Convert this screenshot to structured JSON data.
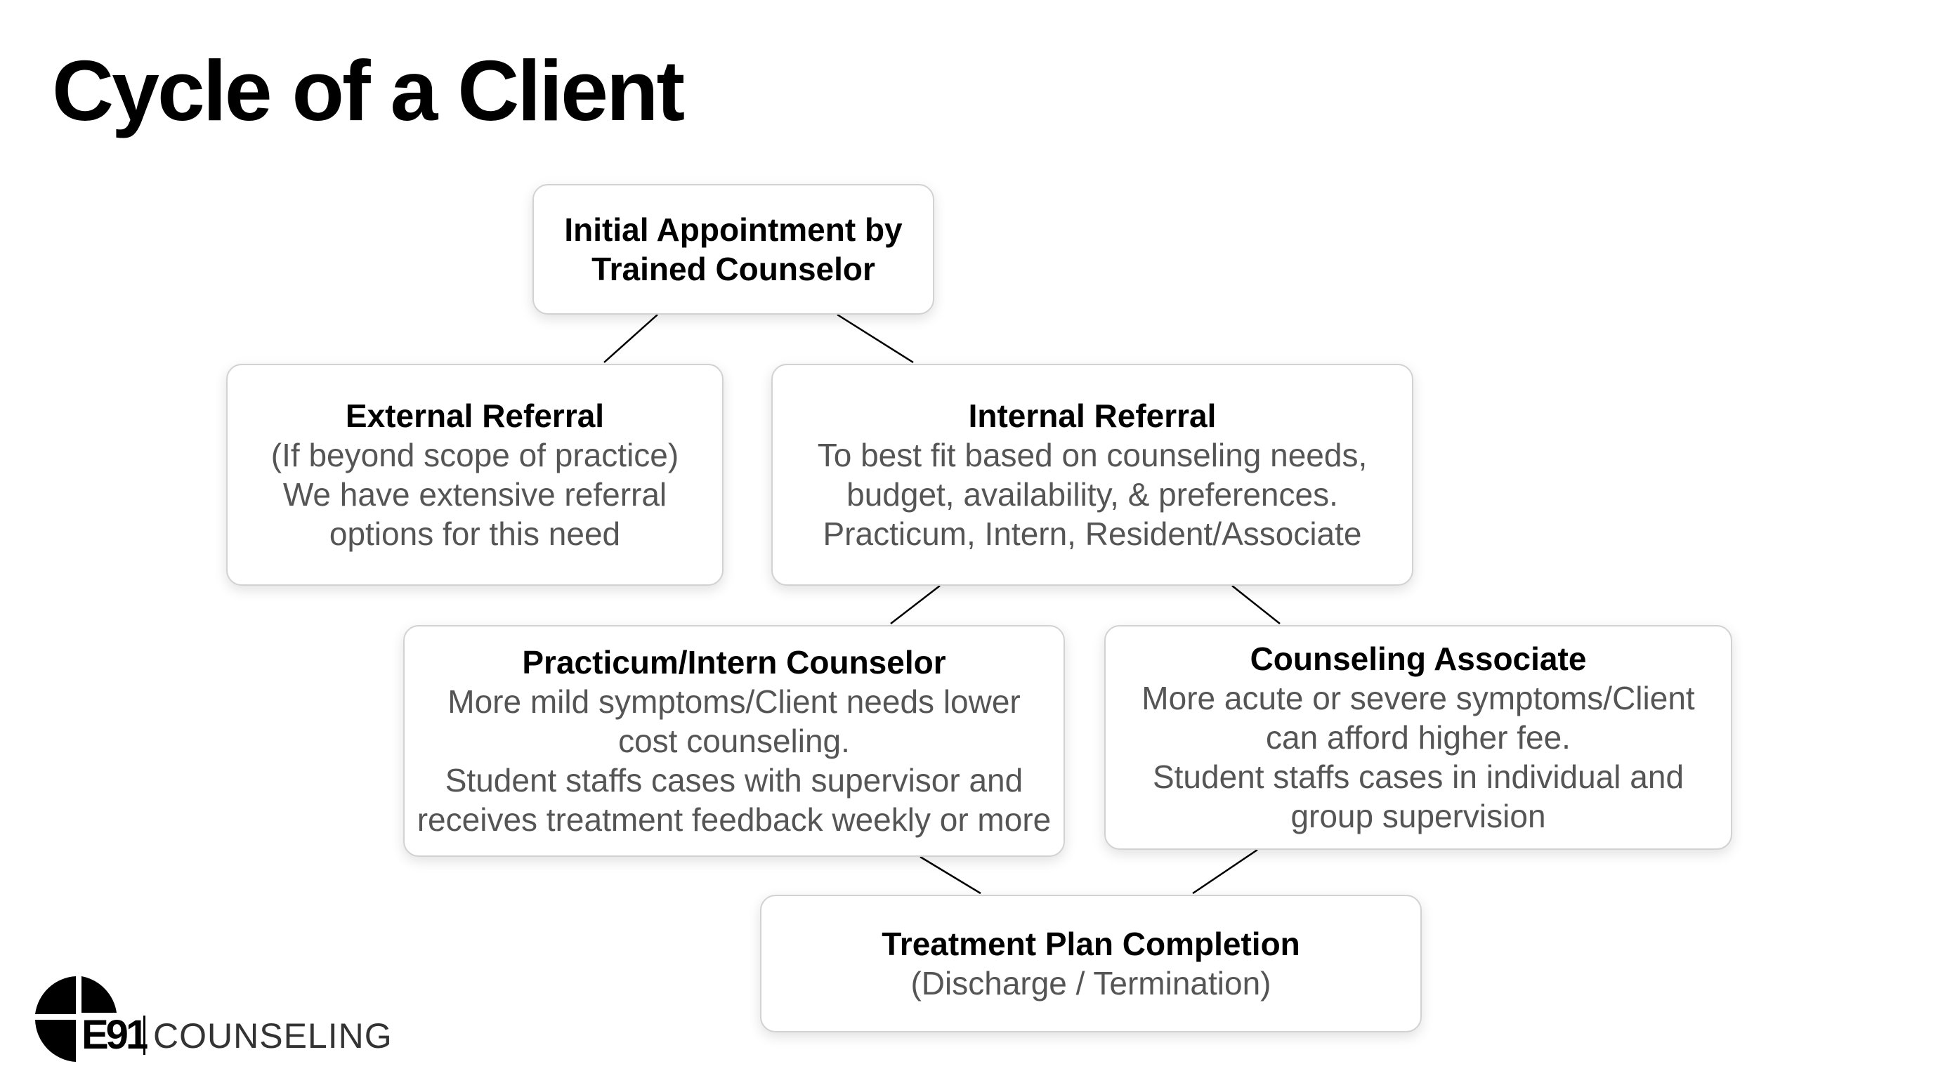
{
  "title": "Cycle of a Client",
  "nodes": {
    "initial": {
      "lines": [
        "Initial Appointment by",
        "Trained Counselor"
      ]
    },
    "external": {
      "heading": "External Referral",
      "lines": [
        "(If beyond scope of practice)",
        "We have extensive referral",
        "options for this need"
      ]
    },
    "internal": {
      "heading": "Internal Referral",
      "lines": [
        "To best fit based on counseling needs,",
        "budget, availability, & preferences.",
        "Practicum, Intern, Resident/Associate"
      ]
    },
    "practicum": {
      "heading": "Practicum/Intern Counselor",
      "lines": [
        "More mild symptoms/Client needs lower",
        "cost counseling.",
        "Student staffs cases with supervisor and",
        "receives treatment feedback weekly or more"
      ]
    },
    "associate": {
      "heading": "Counseling Associate",
      "lines": [
        "More acute or severe symptoms/Client",
        "can afford higher fee.",
        "Student staffs cases in individual and",
        "group supervision"
      ]
    },
    "completion": {
      "heading": "Treatment Plan Completion",
      "lines": [
        "(Discharge / Termination)"
      ]
    }
  },
  "edges": [
    {
      "from": "initial",
      "to": "external"
    },
    {
      "from": "initial",
      "to": "internal"
    },
    {
      "from": "internal",
      "to": "practicum"
    },
    {
      "from": "internal",
      "to": "associate"
    },
    {
      "from": "practicum",
      "to": "completion"
    },
    {
      "from": "associate",
      "to": "completion"
    }
  ],
  "logo": {
    "mark": "E91",
    "word": "COUNSELING"
  }
}
